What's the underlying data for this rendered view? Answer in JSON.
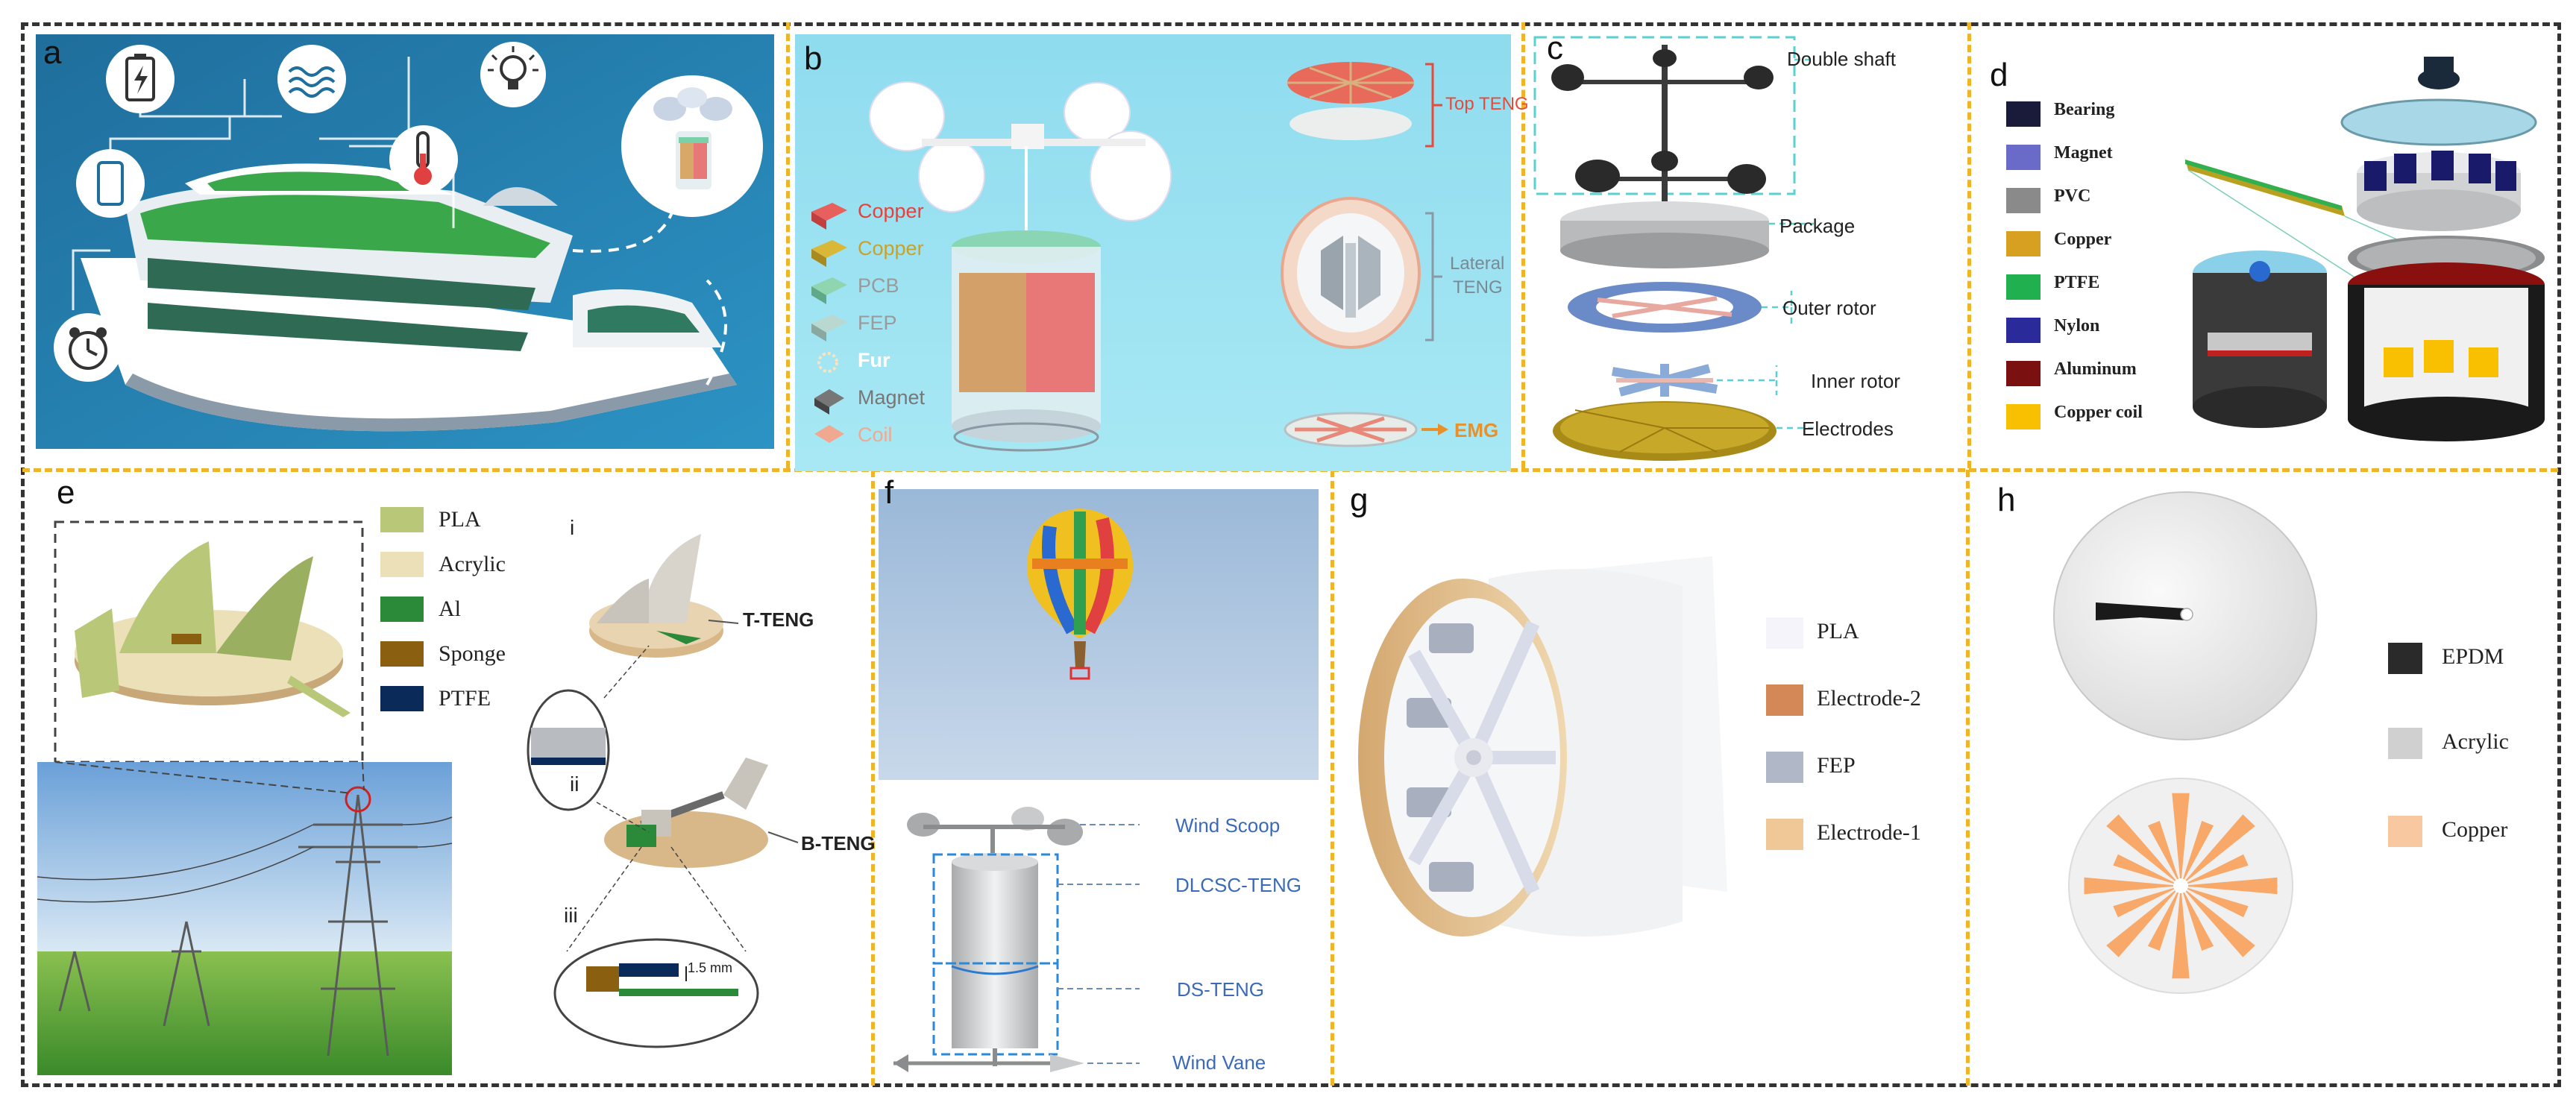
{
  "panel_letters": [
    "a",
    "b",
    "c",
    "d",
    "e",
    "f",
    "g",
    "h"
  ],
  "panel_b": {
    "legend": [
      {
        "label": "Copper",
        "color": "#e8605e",
        "text_color": "#e8403a"
      },
      {
        "label": "Copper",
        "color": "#d9b838",
        "text_color": "#caa22a"
      },
      {
        "label": "PCB",
        "color": "#8fd6b0",
        "text_color": "#9a9a9a"
      },
      {
        "label": "FEP",
        "color": "#b8d8d0",
        "text_color": "#9a9a9a"
      },
      {
        "label": "Fur",
        "color": "#f6e4c4",
        "text_color": "#ffffff"
      },
      {
        "label": "Magnet",
        "color": "#777777",
        "text_color": "#777777"
      },
      {
        "label": "Coil",
        "color": "#f0a890",
        "text_color": "#f0a890"
      }
    ],
    "top_teng": "Top TENG",
    "lateral_teng_1": "Lateral",
    "lateral_teng_2": "TENG",
    "emg": "EMG"
  },
  "panel_c": {
    "labels": [
      "Double shaft",
      "Package",
      "Outer rotor",
      "Inner rotor",
      "Electrodes"
    ]
  },
  "panel_d": {
    "legend": [
      {
        "label": "Bearing",
        "color": "#1a1a3a"
      },
      {
        "label": "Magnet",
        "color": "#6a6ac8"
      },
      {
        "label": "PVC",
        "color": "#8a8a8a"
      },
      {
        "label": "Copper",
        "color": "#d8a020"
      },
      {
        "label": "PTFE",
        "color": "#20b050"
      },
      {
        "label": "Nylon",
        "color": "#2a2a9a"
      },
      {
        "label": "Aluminum",
        "color": "#7a1010"
      },
      {
        "label": "Copper coil",
        "color": "#f8c000"
      }
    ]
  },
  "panel_e": {
    "legend": [
      {
        "label": "PLA",
        "color": "#b8c878"
      },
      {
        "label": "Acrylic",
        "color": "#ece0b8"
      },
      {
        "label": "Al",
        "color": "#2a8a3a"
      },
      {
        "label": "Sponge",
        "color": "#8a6010"
      },
      {
        "label": "PTFE",
        "color": "#0a2a5a"
      }
    ],
    "roman": [
      "i",
      "ii",
      "iii"
    ],
    "t_teng": "T-TENG",
    "b_teng": "B-TENG",
    "gap": "1.5 mm"
  },
  "panel_f": {
    "labels": [
      "Wind Scoop",
      "DLCSC-TENG",
      "DS-TENG",
      "Wind Vane"
    ]
  },
  "panel_g": {
    "legend": [
      {
        "label": "PLA",
        "color": "#f4f4fa"
      },
      {
        "label": "Electrode-2",
        "color": "#d48858"
      },
      {
        "label": "FEP",
        "color": "#b0b8c8"
      },
      {
        "label": "Electrode-1",
        "color": "#f0c898"
      }
    ]
  },
  "panel_h": {
    "legend": [
      {
        "label": "EPDM",
        "color": "#2a2a2a"
      },
      {
        "label": "Acrylic",
        "color": "#d0d0d0"
      },
      {
        "label": "Copper",
        "color": "#f8c8a0"
      }
    ]
  }
}
